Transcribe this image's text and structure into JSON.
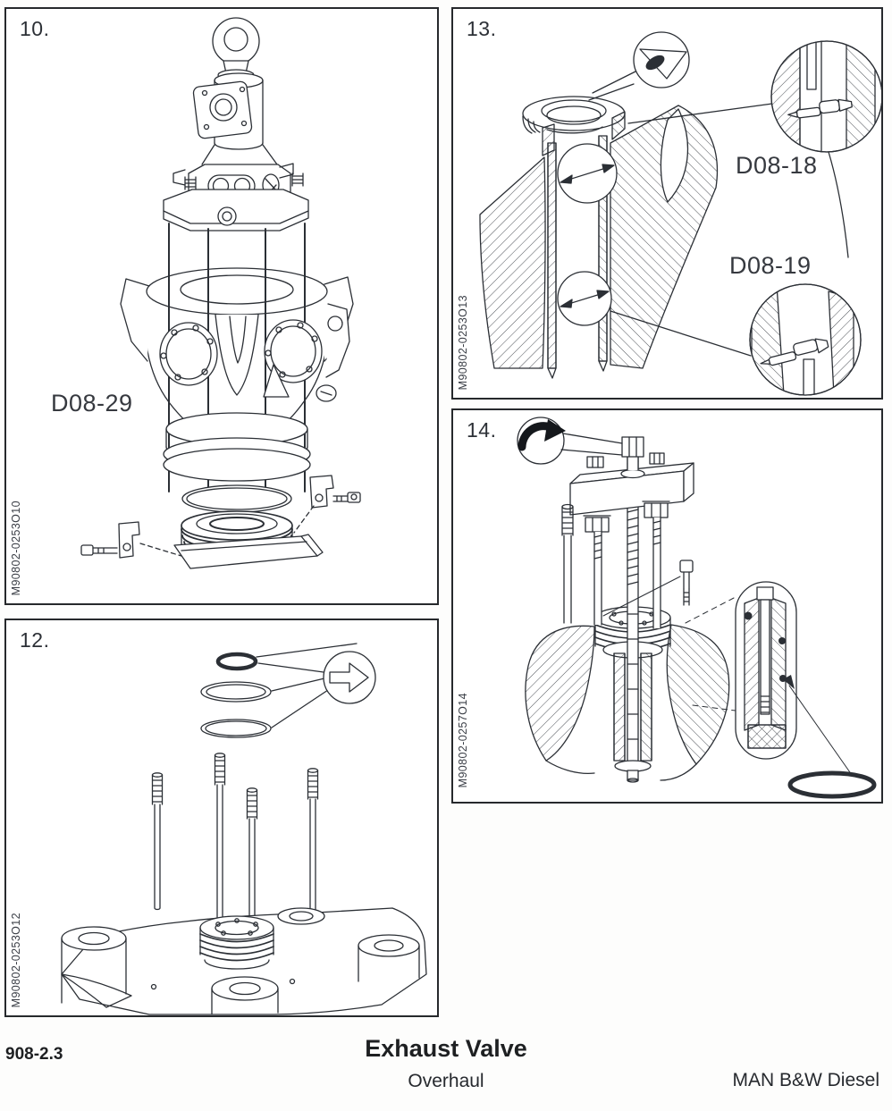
{
  "colors": {
    "ink": "#2b2f35",
    "paper": "#ffffff"
  },
  "panels": {
    "p10": {
      "number": "10.",
      "part_label": "D08-29",
      "figure_id": "M90802-0253O10"
    },
    "p12": {
      "number": "12.",
      "figure_id": "M90802-0253O12"
    },
    "p13": {
      "number": "13.",
      "label_top": "D08-18",
      "label_bottom": "D08-19",
      "figure_id": "M90802-0253O13"
    },
    "p14": {
      "number": "14.",
      "figure_id": "M90802-0257O14"
    }
  },
  "icons": {
    "inspect": "eye-icon",
    "rotate": "rotate-arrow-icon",
    "replace": "replace-arrow-icon"
  },
  "footer": {
    "section": "908-2.3",
    "title": "Exhaust Valve",
    "subtitle": "Overhaul",
    "company": "MAN B&W Diesel"
  }
}
